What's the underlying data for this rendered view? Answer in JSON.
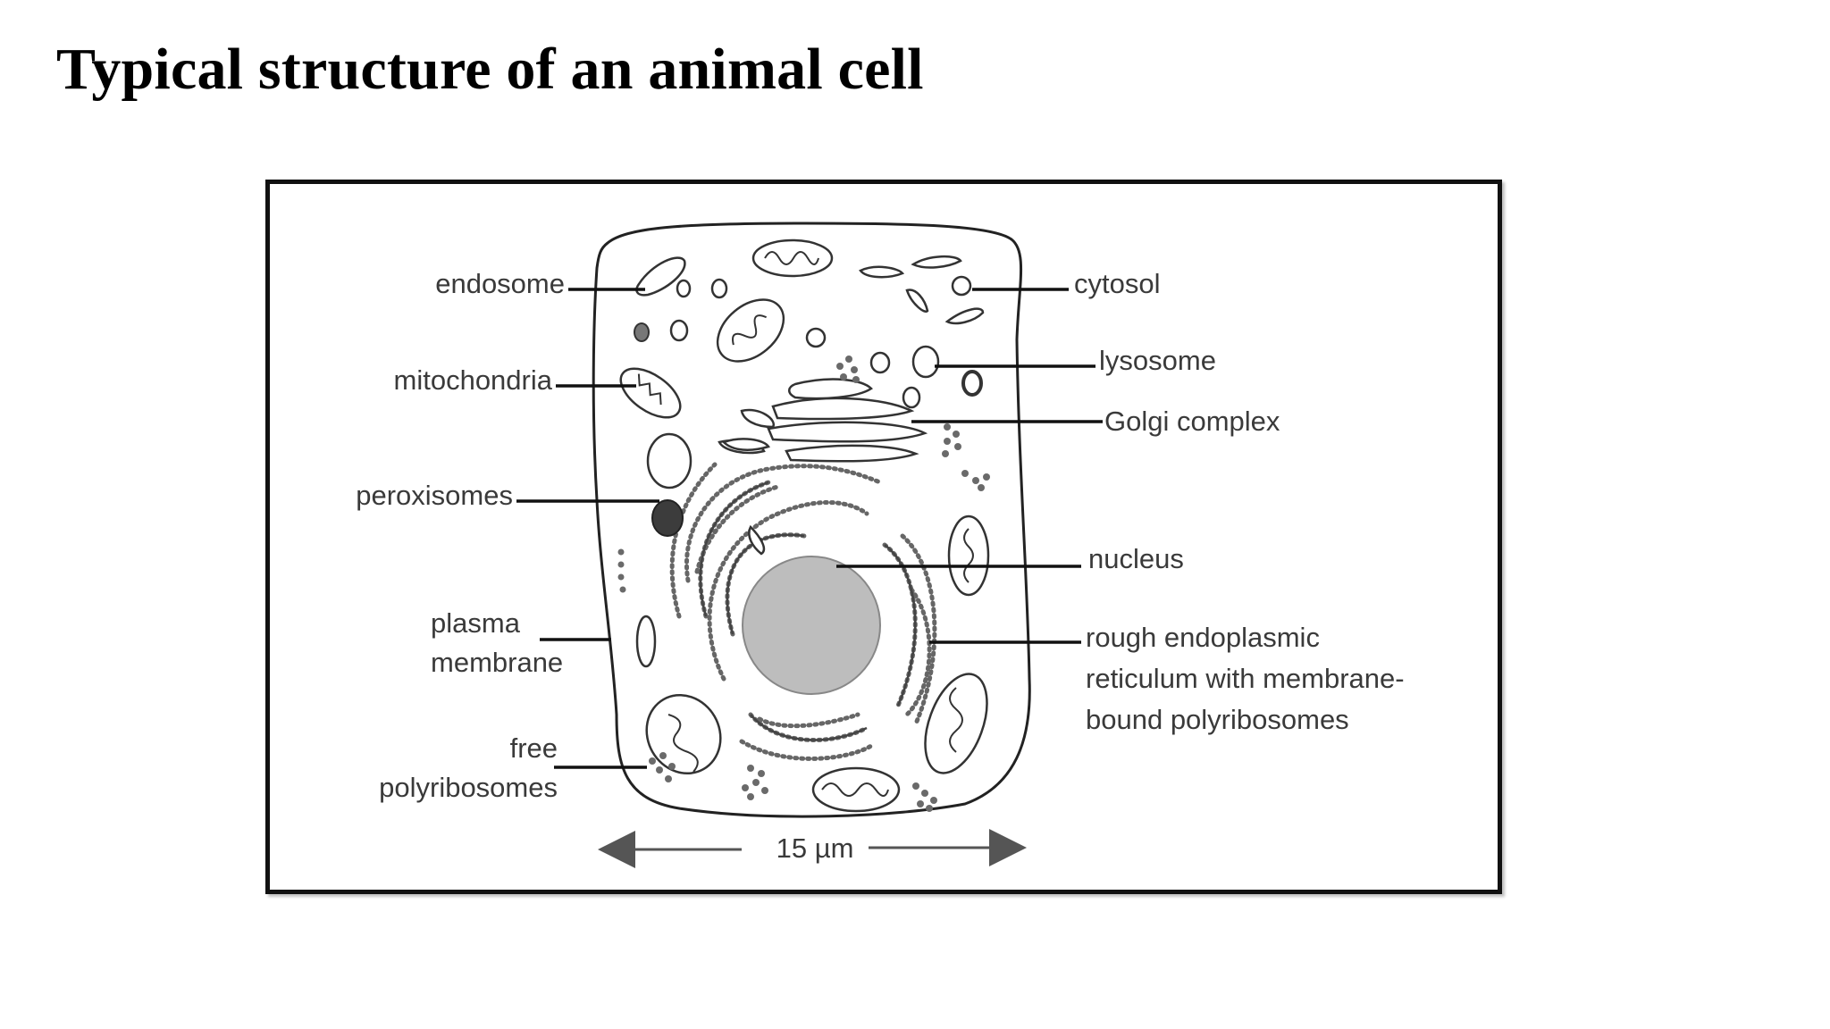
{
  "title": "Typical structure of an animal cell",
  "labels": {
    "endosome": "endosome",
    "mitochondria": "mitochondria",
    "peroxisomes": "peroxisomes",
    "plasma_membrane_1": "plasma",
    "plasma_membrane_2": "membrane",
    "free_polyribosomes_1": "free",
    "free_polyribosomes_2": "polyribosomes",
    "cytosol": "cytosol",
    "lysosome": "lysosome",
    "golgi": "Golgi complex",
    "nucleus": "nucleus",
    "rer_1": "rough endoplasmic",
    "rer_2": "reticulum with membrane-",
    "rer_3": "bound polyribosomes"
  },
  "scale_bar": "15 µm",
  "colors": {
    "nucleus_fill": "#bdbdbd",
    "peroxisome_fill": "#3c3c3c",
    "ribosome_dots": "#6a6a6a"
  }
}
